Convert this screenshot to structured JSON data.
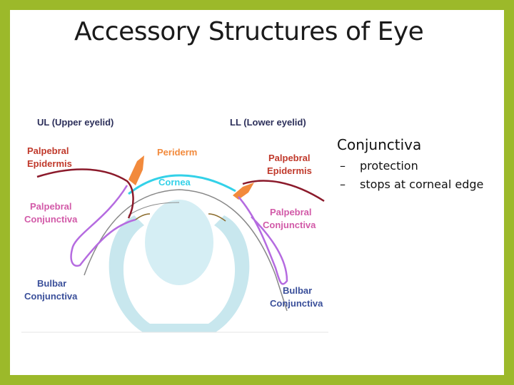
{
  "slide": {
    "title": "Accessory Structures of Eye"
  },
  "diagram": {
    "labels": {
      "upper_eyelid": "UL (Upper eyelid)",
      "lower_eyelid": "LL (Lower eyelid)",
      "periderm": "Periderm",
      "cornea": "Cornea",
      "palpebral_epidermis_left_1": "Palpebral",
      "palpebral_epidermis_left_2": "Epidermis",
      "palpebral_epidermis_right_1": "Palpebral",
      "palpebral_epidermis_right_2": "Epidermis",
      "palpebral_conjunctiva_left_1": "Palpebral",
      "palpebral_conjunctiva_left_2": "Conjunctiva",
      "palpebral_conjunctiva_right_1": "Palpebral",
      "palpebral_conjunctiva_right_2": "Conjunctiva",
      "bulbar_conjunctiva_left_1": "Bulbar",
      "bulbar_conjunctiva_left_2": "Conjunctiva",
      "bulbar_conjunctiva_right_1": "Bulbar",
      "bulbar_conjunctiva_right_2": "Conjunctiva"
    },
    "colors": {
      "epidermis": "#8b1a2b",
      "periderm": "#f28a3c",
      "cornea": "#33d1e8",
      "conjunctiva": "#b56be0",
      "lens": "#c8e7ee",
      "label_red": "#c0392b",
      "label_pink": "#d25aa8",
      "label_blue": "#3a4f9a",
      "label_dark": "#2c2f5a"
    }
  },
  "bullets": {
    "heading": "Conjunctiva",
    "items": [
      {
        "dash": "–",
        "text": "protection"
      },
      {
        "dash": "–",
        "text": "stops at corneal edge"
      }
    ]
  }
}
